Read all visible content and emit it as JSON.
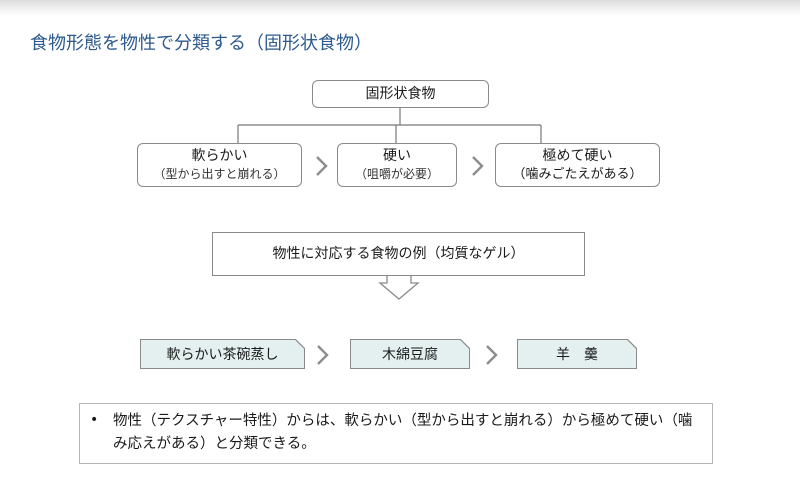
{
  "slide": {
    "title": "食物形態を物性で分類する（固形状食物）"
  },
  "root": {
    "label": "固形状食物"
  },
  "categories": [
    {
      "label": "軟らかい",
      "note": "（型から出すと崩れる）"
    },
    {
      "label": "硬い",
      "note": "（咀嚼が必要）"
    },
    {
      "label": "極めて硬い",
      "note": "（噛みごたえがある）"
    }
  ],
  "example_header": {
    "label": "物性に対応する食物の例（均質なゲル）"
  },
  "examples": [
    {
      "label": "軟らかい茶碗蒸し"
    },
    {
      "label": "木綿豆腐"
    },
    {
      "label": "羊　羹"
    }
  ],
  "summary": {
    "bullet": "•",
    "text": "物性（テクスチャー特性）からは、軟らかい（型から出すと崩れる）から極めて硬い（噛み応えがある）と分類できる。"
  },
  "colors": {
    "title": "#2e5a8c",
    "box_border": "#8a8a8a",
    "example_fill": "#e4f0ef",
    "arrow_chevron": "#8c8c8c"
  },
  "icons": {
    "chevron": "chevron-right-icon",
    "down_arrow": "down-arrow-icon"
  }
}
